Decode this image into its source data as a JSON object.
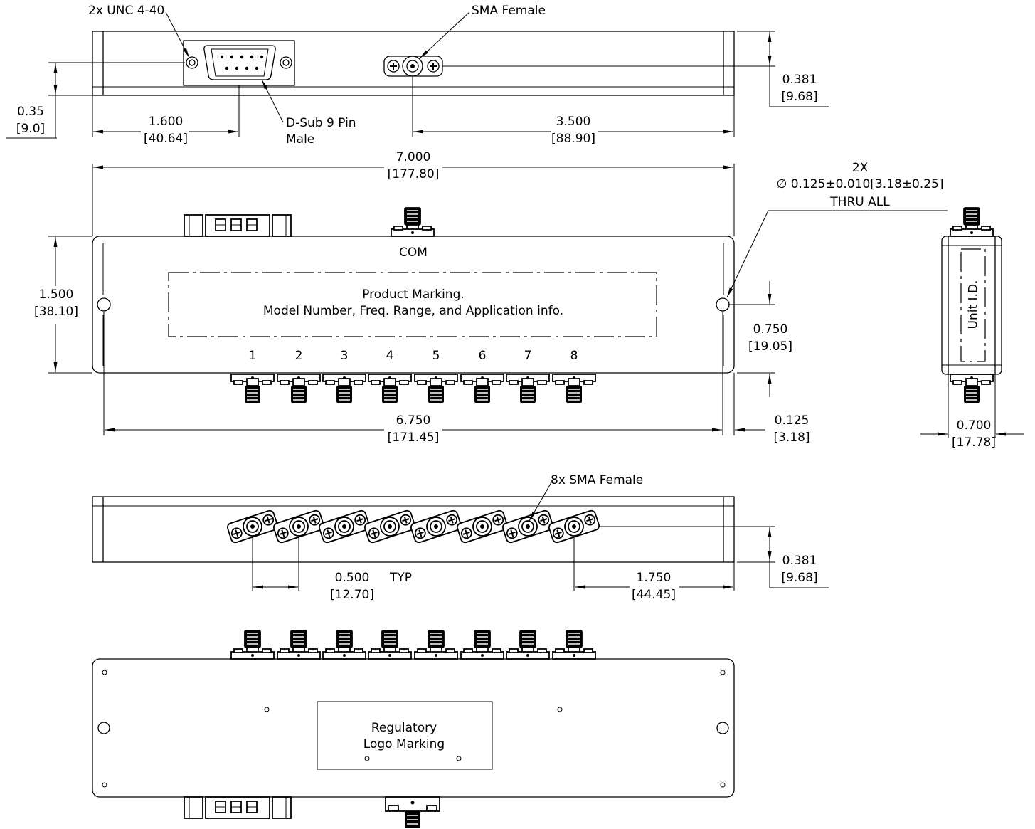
{
  "top_view": {
    "callout_unc": "2x UNC 4-40",
    "callout_sma": "SMA Female",
    "callout_dsub": "D-Sub 9 Pin\nMale",
    "dim_dsub_offset": "1.600",
    "dim_dsub_offset_mm": "[40.64]",
    "dim_sma_offset": "3.500",
    "dim_sma_offset_mm": "[88.90]",
    "dim_dsub_height": "0.35",
    "dim_dsub_height_mm": "[9.0]",
    "dim_sma_height": "0.381",
    "dim_sma_height_mm": "[9.68]"
  },
  "front_view": {
    "dim_length": "7.000",
    "dim_length_mm": "[177.80]",
    "hole_qty": "2X",
    "hole_spec": "∅ 0.125±0.010[3.18±0.25]",
    "hole_depth": "THRU ALL",
    "com_label": "COM",
    "marking_line1": "Product Marking.",
    "marking_line2": "Model Number, Freq. Range, and Application info.",
    "port_labels": [
      "1",
      "2",
      "3",
      "4",
      "5",
      "6",
      "7",
      "8"
    ],
    "dim_height": "1.500",
    "dim_height_mm": "[38.10]",
    "dim_hole_center": "0.750",
    "dim_hole_center_mm": "[19.05]",
    "dim_hole_spacing": "6.750",
    "dim_hole_spacing_mm": "[171.45]",
    "dim_hole_edge": "0.125",
    "dim_hole_edge_mm": "[3.18]"
  },
  "side_view": {
    "unit_id": "Unit I.D.",
    "dim_width": "0.700",
    "dim_width_mm": "[17.78]"
  },
  "bottom_view": {
    "callout_sma": "8x SMA Female",
    "dim_pitch": "0.500",
    "dim_pitch_typ": "TYP",
    "dim_pitch_mm": "[12.70]",
    "dim_last_port": "1.750",
    "dim_last_port_mm": "[44.45]",
    "dim_port_height": "0.381",
    "dim_port_height_mm": "[9.68]"
  },
  "rear_view": {
    "regulatory_marking": "Regulatory\nLogo Marking"
  }
}
